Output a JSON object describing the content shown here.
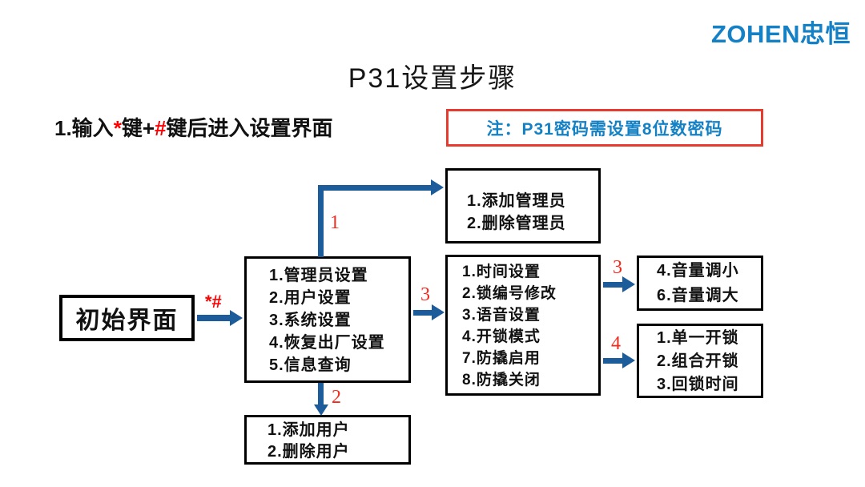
{
  "logo": {
    "text": "ZOHEN忠恒"
  },
  "title": "P31设置步骤",
  "instruction": {
    "part1": "1.输入",
    "star": "*",
    "part2": "键+",
    "hash": "#",
    "part3": "键后进入设置界面"
  },
  "note": {
    "text": "注：P31密码需设置8位数密码"
  },
  "flow": {
    "initial": {
      "label": "初始界面"
    },
    "main_menu": {
      "items": [
        "1.管理员设置",
        "2.用户设置",
        "3.系统设置",
        "4.恢复出厂设置",
        "5.信息查询"
      ]
    },
    "admin_menu": {
      "items": [
        "1.添加管理员",
        "2.删除管理员"
      ]
    },
    "user_menu": {
      "items": [
        "1.添加用户",
        "2.删除用户"
      ]
    },
    "system_menu": {
      "items": [
        "1.时间设置",
        "2.锁编号修改",
        "3.语音设置",
        "4.开锁模式",
        "7.防撬启用",
        "8.防撬关闭"
      ]
    },
    "volume_menu": {
      "items": [
        "4.音量调小",
        "6.音量调大"
      ]
    },
    "unlock_menu": {
      "items": [
        "1.单一开锁",
        "2.组合开锁",
        "3.回锁时间"
      ]
    }
  },
  "arrows": {
    "initial_to_main": {
      "label": "*#"
    },
    "main_to_admin": {
      "label": "1"
    },
    "main_to_user": {
      "label": "2"
    },
    "main_to_system": {
      "label": "3"
    },
    "system_to_volume": {
      "label": "3"
    },
    "system_to_unlock": {
      "label": "4"
    }
  },
  "colors": {
    "brand_blue": "#1480C6",
    "note_text_blue": "#1581C5",
    "note_border_red": "#E63B2E",
    "arrow_blue": "#1D5C9A",
    "label_red": "#F42A1D",
    "text_black": "#111111"
  }
}
